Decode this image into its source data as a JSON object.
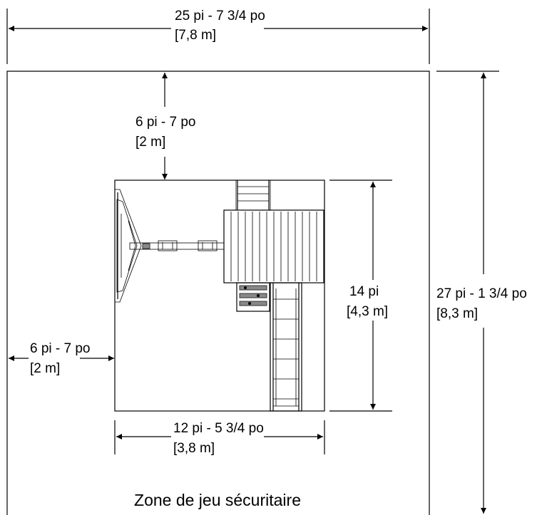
{
  "dimensions": {
    "total_width": {
      "imperial": "25 pi - 7 3/4 po",
      "metric": "[7,8 m]"
    },
    "top_clearance": {
      "imperial": "6 pi - 7 po",
      "metric": "[2 m]"
    },
    "left_clearance": {
      "imperial": "6 pi - 7 po",
      "metric": "[2 m]"
    },
    "structure_depth": {
      "imperial": "14 pi",
      "metric": "[4,3 m]"
    },
    "total_depth": {
      "imperial": "27 pi - 1 3/4 po",
      "metric": "[8,3 m]"
    },
    "structure_width": {
      "imperial": "12 pi - 5 3/4 po",
      "metric": "[3,8 m]"
    }
  },
  "zone_label": "Zone de jeu sécuritaire",
  "colors": {
    "line": "#000000",
    "background": "#ffffff"
  }
}
